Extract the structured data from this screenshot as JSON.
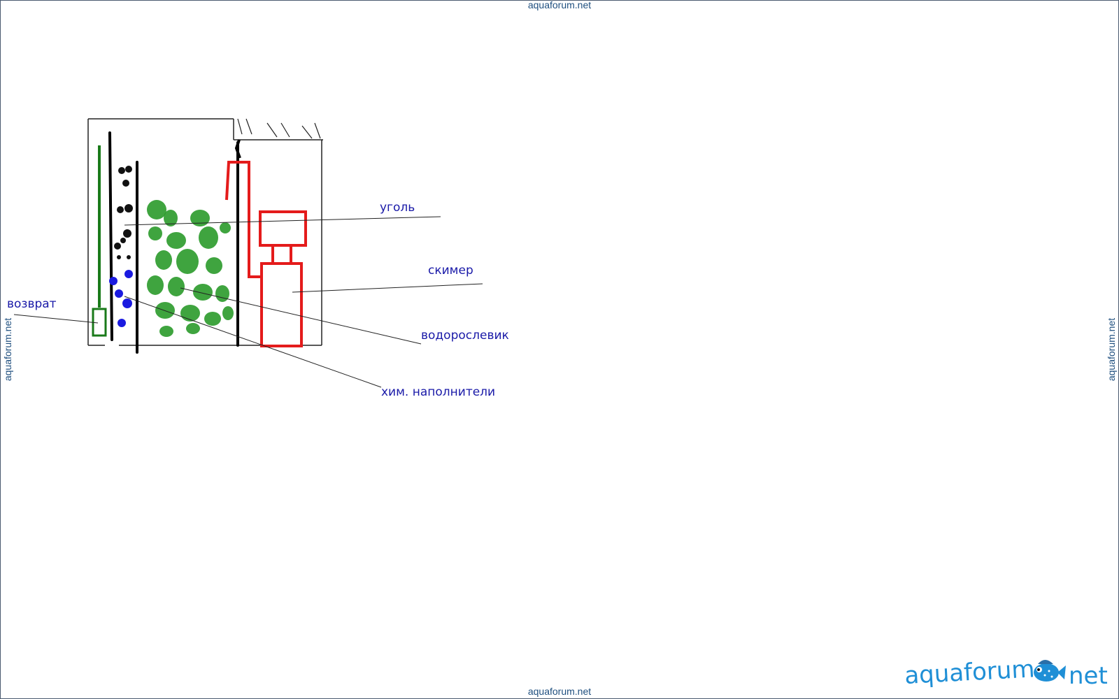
{
  "watermark": {
    "top": "aquaforum.net",
    "bottom": "aquaforum.net",
    "left": "aquaforum.net",
    "right": "aquaforum.net"
  },
  "labels": {
    "coal": "уголь",
    "skimmer": "скимер",
    "algae": "водорослевик",
    "chem": "хим. наполнители",
    "return": "возврат"
  },
  "logo": {
    "word1": "aquaforum",
    "word2": "net",
    "icon": "fish-icon"
  },
  "colors": {
    "label_text": "#1a1aa8",
    "watermark": "#1f4f7f",
    "skimmer": "#e41b1b",
    "return_pipe": "#1a7a1a",
    "algae": "#2a9a2a",
    "chem_media": "#1a1ae0",
    "logo": "#1f8fd6"
  }
}
